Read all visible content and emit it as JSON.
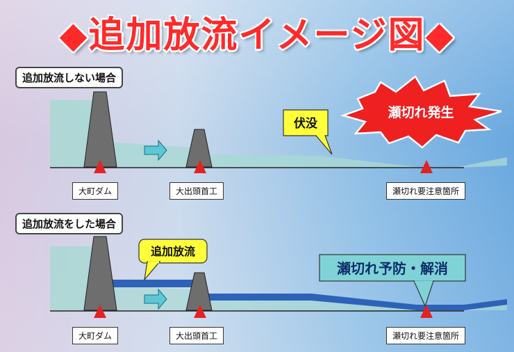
{
  "title": "◆追加放流イメージ図◆",
  "scenario_no_release": {
    "label": "追加放流しない場合",
    "callout_subsurface": "伏没",
    "burst_text": "瀬切れ発生",
    "locations": [
      "大町ダム",
      "大出頭首工",
      "瀬切れ要注意箇所"
    ]
  },
  "scenario_release": {
    "label": "追加放流をした場合",
    "callout_release": "追加放流",
    "result_text": "瀬切れ予防・解消",
    "locations": [
      "大町ダム",
      "大出頭首工",
      "瀬切れ要注意箇所"
    ]
  },
  "colors": {
    "title": "#ff2a2a",
    "dam": "#6e6e6e",
    "river_shallow": "#a8d8d4",
    "river_release": "#2d62b8",
    "marker": "#e32222",
    "callout_yellow": "#ffff3a",
    "burst_red": "#ee2020",
    "result_box": "#7fd3d6"
  }
}
